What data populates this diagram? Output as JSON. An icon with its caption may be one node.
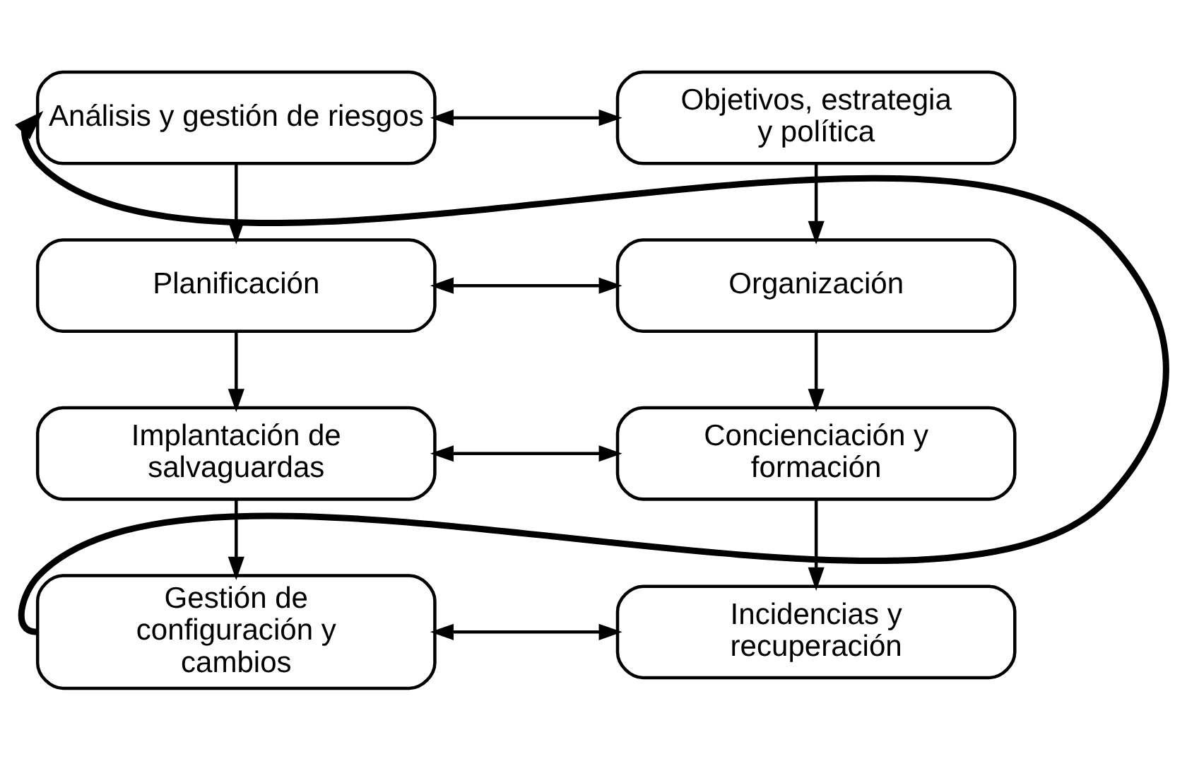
{
  "diagram": {
    "nodes": [
      {
        "text": [
          "Análisis y gestión de riesgos"
        ]
      },
      {
        "text": [
          "Objetivos, estrategia y política"
        ]
      },
      {
        "text": [
          "Planificación"
        ]
      },
      {
        "text": [
          "Organización"
        ]
      },
      {
        "text": [
          "Implantación de salvaguardas"
        ]
      },
      {
        "text": [
          "Concienciación y formación"
        ]
      },
      {
        "text": [
          "Gestión de configuración y cambios"
        ]
      },
      {
        "text": [
          "Incidencias y recuperación"
        ]
      }
    ],
    "edges": [
      {
        "from": 0,
        "to": 1,
        "arrow": "both"
      },
      {
        "from": 0,
        "to": 2,
        "arrow": "to"
      },
      {
        "from": 1,
        "to": 3,
        "arrow": "to"
      },
      {
        "from": 2,
        "to": 3,
        "arrow": "both"
      },
      {
        "from": 2,
        "to": 4,
        "arrow": "to"
      },
      {
        "from": 3,
        "to": 5,
        "arrow": "to"
      },
      {
        "from": 4,
        "to": 5,
        "arrow": "both"
      },
      {
        "from": 4,
        "to": 6,
        "arrow": "to"
      },
      {
        "from": 5,
        "to": 7,
        "arrow": "to"
      },
      {
        "from": 6,
        "to": 7,
        "arrow": "both"
      },
      {
        "from": 6,
        "to": 0,
        "arrow": "to",
        "style": "thick"
      }
    ]
  }
}
